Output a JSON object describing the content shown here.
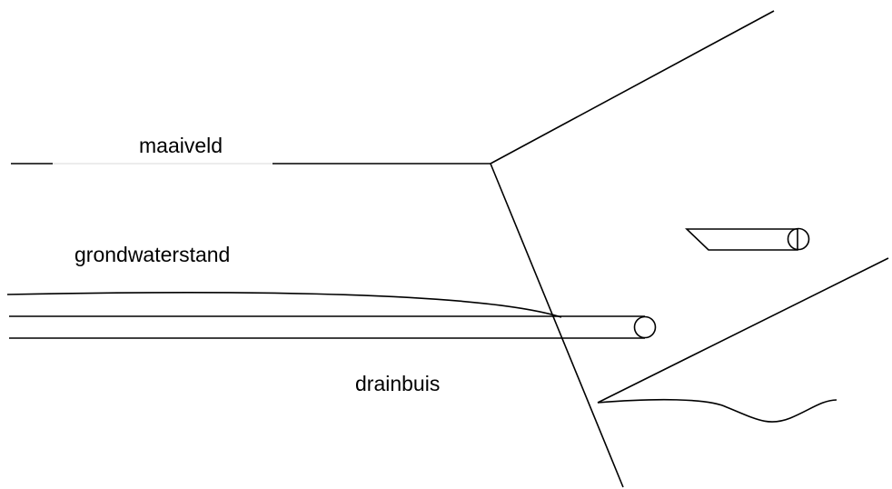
{
  "labels": {
    "ground_surface": "maaiveld",
    "groundwater_level": "grondwaterstand",
    "drain_pipe": "drainbuis"
  },
  "colors": {
    "line": "#000000",
    "background": "#ffffff",
    "label_gap": "#d8d8d8"
  }
}
